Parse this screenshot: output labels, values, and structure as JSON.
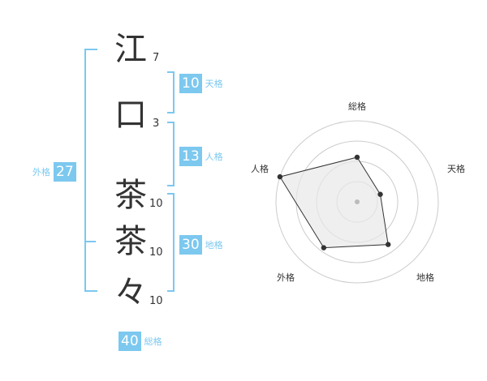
{
  "characters": [
    {
      "char": "江",
      "strokes": "7"
    },
    {
      "char": "口",
      "strokes": "3"
    },
    {
      "char": "茶",
      "strokes": "10"
    },
    {
      "char": "茶",
      "strokes": "10"
    },
    {
      "char": "々",
      "strokes": "10"
    }
  ],
  "scores": {
    "tenkaku": {
      "value": "10",
      "label": "天格"
    },
    "jinkaku": {
      "value": "13",
      "label": "人格"
    },
    "chikaku": {
      "value": "30",
      "label": "地格"
    },
    "gaikaku": {
      "value": "27",
      "label": "外格"
    },
    "soukaku": {
      "value": "40",
      "label": "総格"
    }
  },
  "colors": {
    "accent": "#7cc8ef",
    "text": "#333333",
    "radar_ring": "#cccccc",
    "radar_fill": "#e8e8e8",
    "radar_line": "#333333"
  },
  "chart_data": {
    "type": "radar",
    "axes": [
      "総格",
      "天格",
      "地格",
      "外格",
      "人格"
    ],
    "values": [
      0.55,
      0.3,
      0.65,
      0.7,
      1.0
    ],
    "rings": 4,
    "grid": true
  }
}
